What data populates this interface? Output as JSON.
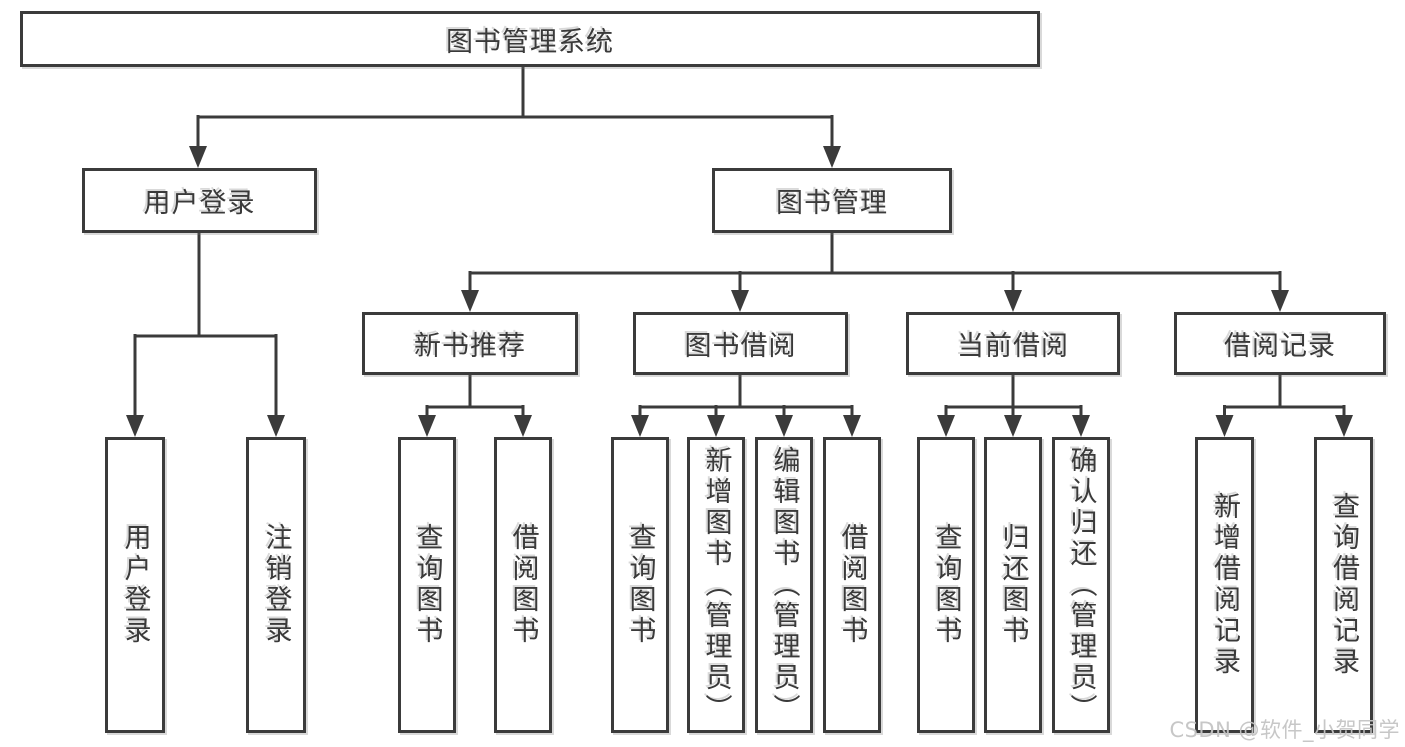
{
  "diagram": {
    "title": "图书管理系统",
    "branches": {
      "root": "图书管理系统",
      "user_login": "用户登录",
      "book_management": "图书管理",
      "new_book_recommend": "新书推荐",
      "book_borrow": "图书借阅",
      "current_borrow": "当前借阅",
      "borrow_records": "借阅记录"
    },
    "leaves": {
      "user_login": "用户登录",
      "logout": "注销登录",
      "recommend_query_books": "查询图书",
      "recommend_borrow_books": "借阅图书",
      "borrow_query_books": "查询图书",
      "borrow_add_books": "新增图书（管理员）",
      "borrow_edit_books": "编辑图书（管理员）",
      "borrow_borrow_books": "借阅图书",
      "current_query_books": "查询图书",
      "current_return_books": "归还图书",
      "current_confirm_return": "确认归还（管理员）",
      "records_add_record": "新增借阅记录",
      "records_query_record": "查询借阅记录"
    },
    "hierarchy": {
      "图书管理系统": {
        "用户登录": [
          "用户登录",
          "注销登录"
        ],
        "图书管理": {
          "新书推荐": [
            "查询图书",
            "借阅图书"
          ],
          "图书借阅": [
            "查询图书",
            "新增图书（管理员）",
            "编辑图书（管理员）",
            "借阅图书"
          ],
          "当前借阅": [
            "查询图书",
            "归还图书",
            "确认归还（管理员）"
          ],
          "借阅记录": [
            "新增借阅记录",
            "查询借阅记录"
          ]
        }
      }
    }
  },
  "watermark": {
    "text": "CSDN @软件_小贺同学",
    "color": "#c4c4c4"
  },
  "colors": {
    "line": "#3b3b3b",
    "box_border": "#3b3b3b",
    "text": "#3a3a3a",
    "background": "#ffffff"
  }
}
